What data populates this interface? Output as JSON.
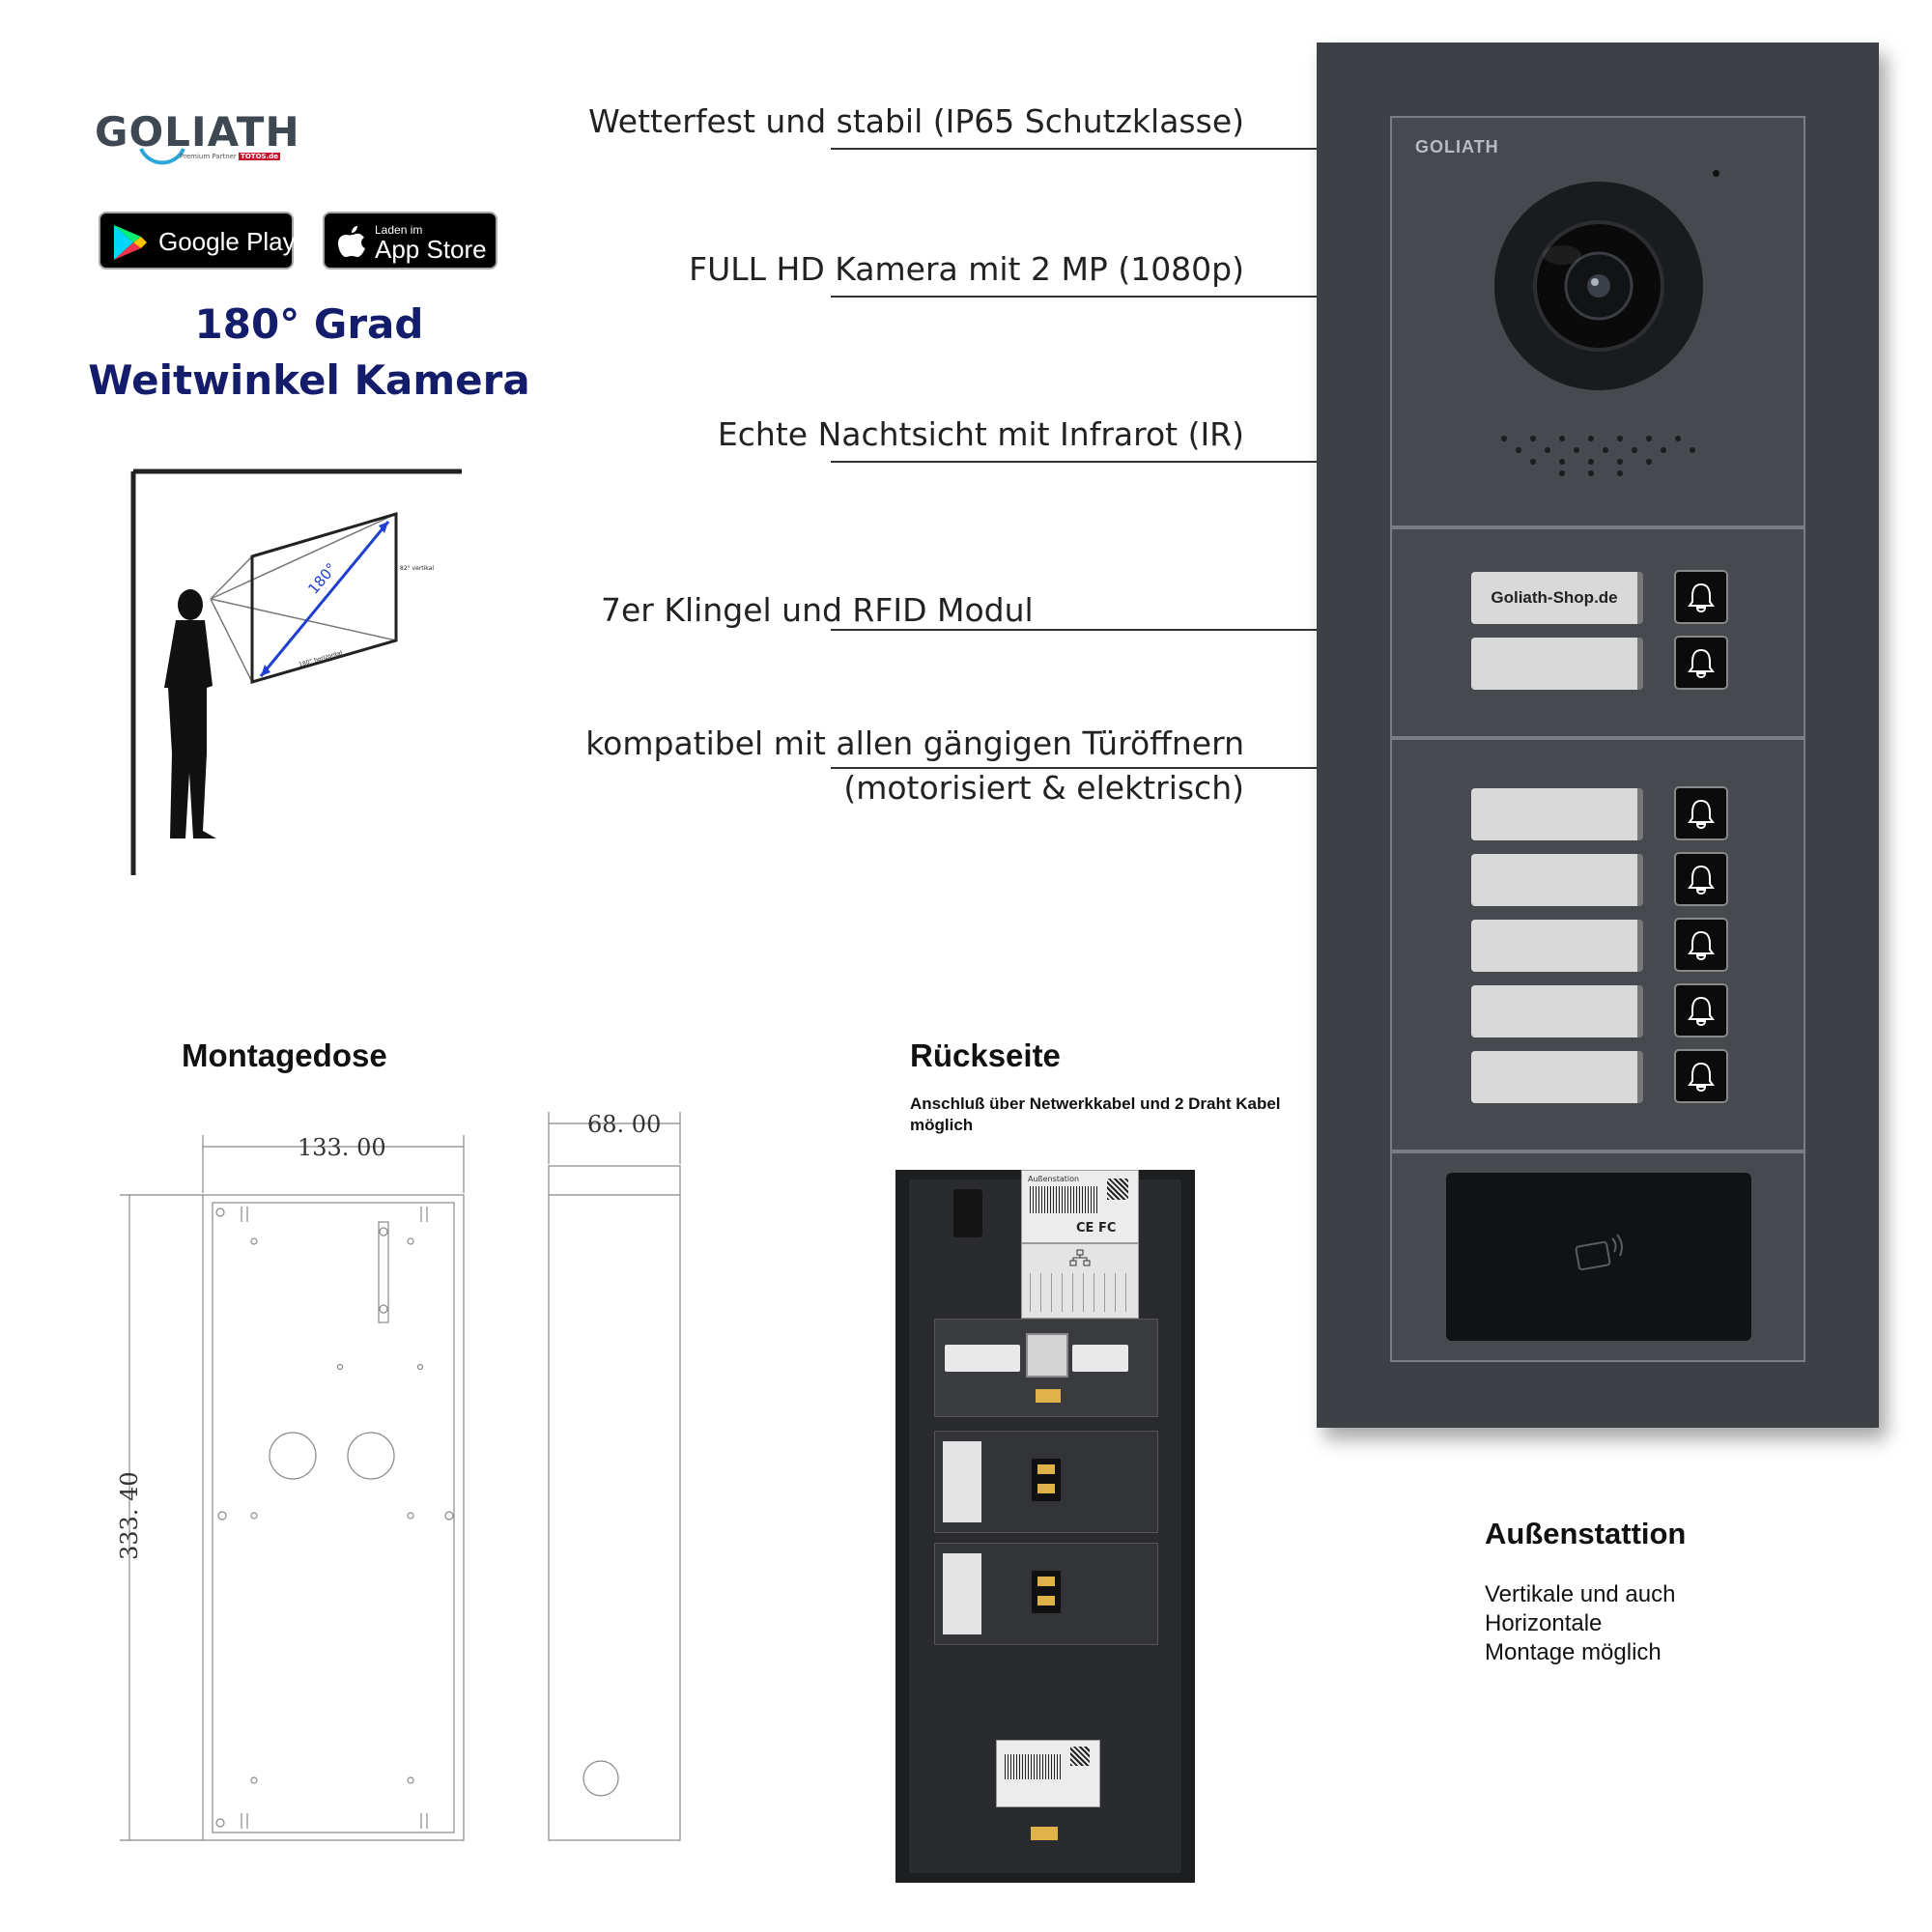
{
  "brand": {
    "logo_text": "GOLIATH",
    "logo_sub_prefix": "Premium Partner",
    "logo_sub_highlight": "TOTOS.de"
  },
  "stores": {
    "google_label": "Google Play",
    "apple_small": "Laden im",
    "apple_label": "App Store"
  },
  "wide_angle": {
    "line1": "180° Grad",
    "line2": "Weitwinkel Kamera",
    "angle_label": "180°",
    "vertical_label": "82° vertikal",
    "horizontal_label": "180° horizontal"
  },
  "features": [
    "Wetterfest und stabil (IP65 Schutzklasse)",
    "FULL HD Kamera mit 2 MP (1080p)",
    "Echte Nachtsicht mit Infrarot (IR)",
    "7er Klingel und RFID Modul",
    "kompatibel mit allen gängigen Türöffnern",
    "(motorisiert & elektrisch)"
  ],
  "device": {
    "panel_logo": "GOLIATH",
    "nameplate_1": "Goliath-Shop.de"
  },
  "montagedose": {
    "title": "Montagedose",
    "width_label": "133. 00",
    "depth_label": "68. 00",
    "height_label": "333. 40"
  },
  "rueckseite": {
    "title": "Rückseite",
    "caption": "Anschluß über Netwerkkabel und 2 Draht Kabel möglich",
    "label_title": "Außenstation",
    "ce_mark": "CE FC"
  },
  "aussenstation": {
    "title": "Außenstattion",
    "line1": "Vertikale und auch",
    "line2": "Horizontale",
    "line3": "Montage möglich"
  },
  "colors": {
    "title_blue": "#141d6b",
    "device_frame": "#3d4044",
    "panel": "#46494e",
    "arrow_blue": "#1f3fd0"
  }
}
